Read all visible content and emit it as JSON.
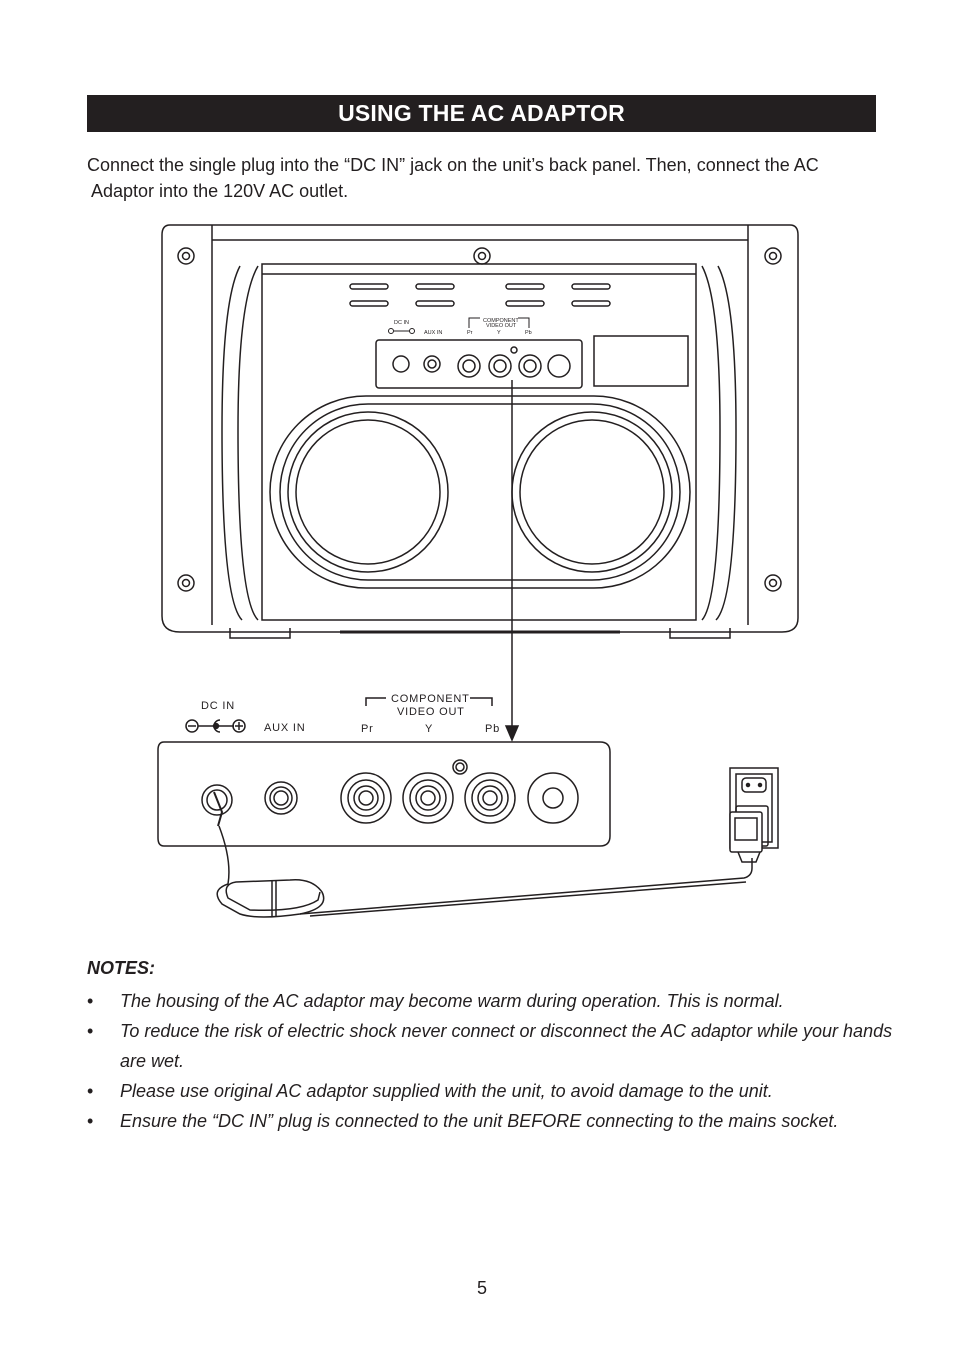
{
  "heading": "USING THE AC ADAPTOR",
  "intro": {
    "line1": "Connect the single plug into the “DC IN” jack on the unit’s back panel. Then, connect the AC",
    "line2": "Adaptor into the 120V AC outlet."
  },
  "diagram": {
    "unit_labels": {
      "dc_in": "DC IN",
      "aux_in": "AUX IN",
      "component_line1": "COMPONENT",
      "component_line2": "VIDEO OUT",
      "pr": "Pr",
      "y": "Y",
      "pb": "Pb"
    },
    "panel_labels": {
      "dc_in": "DC IN",
      "aux_in": "AUX IN",
      "component_line1": "COMPONENT",
      "component_line2": "VIDEO OUT",
      "pr": "Pr",
      "y": "Y",
      "pb": "Pb"
    }
  },
  "notes": {
    "heading": "NOTES:",
    "bullet": "•",
    "items": [
      "The housing of the AC adaptor may become warm during operation. This is normal.",
      "To reduce the risk of electric shock never connect or disconnect the AC adaptor while your hands are wet.",
      "Please use original AC adaptor supplied with the unit, to avoid damage to the unit.",
      "Ensure the “DC IN” plug is connected to the unit BEFORE connecting to the mains socket."
    ]
  },
  "page_number": "5"
}
